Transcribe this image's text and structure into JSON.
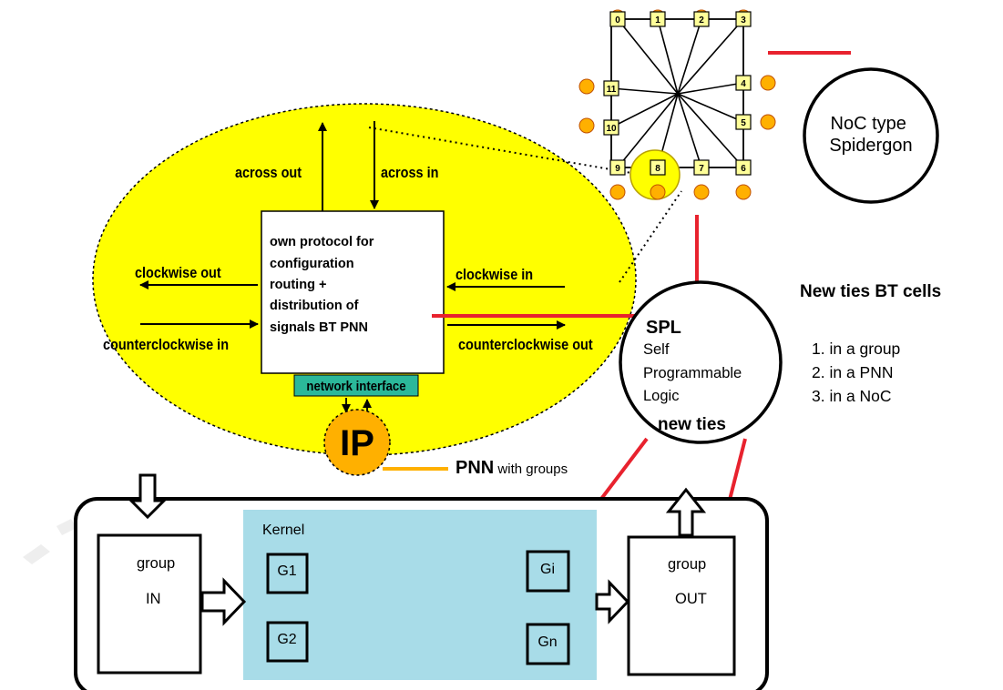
{
  "ellipse": {
    "across_out": "across out",
    "across_in": "across in",
    "clockwise_out": "clockwise out",
    "clockwise_in": "clockwise in",
    "counterclockwise_in": "counterclockwise in",
    "counterclockwise_out": "counterclockwise out",
    "protocol_lines": [
      "own protocol for",
      "configuration",
      "routing +",
      "distribution of",
      "signals BT PNN"
    ],
    "network_interface": "network interface",
    "ip": "IP",
    "fill": "#ffff00"
  },
  "spidergon": {
    "nodes": [
      "0",
      "1",
      "2",
      "3",
      "4",
      "5",
      "6",
      "7",
      "8",
      "9",
      "10",
      "11"
    ],
    "node_fill": "#ffff99",
    "terminal_fill": "#ffb000"
  },
  "noc": {
    "lines": [
      "NoC type",
      "Spidergon"
    ]
  },
  "spl": {
    "title": "SPL",
    "lines": [
      "Self",
      "Programmable",
      "Logic"
    ],
    "new_ties": "new ties"
  },
  "ties_list": {
    "title": "New ties BT cells",
    "items": [
      "1. in a group",
      "2. in a PNN",
      "3. in a NoC"
    ]
  },
  "pnn": {
    "bold": "PNN",
    "rest": " with groups"
  },
  "kernel": {
    "label": "Kernel",
    "fill": "#a8dce8",
    "groups": [
      "G1",
      "G2",
      "Gi",
      "Gn"
    ]
  },
  "group_in": {
    "line1": "group",
    "line2": "IN"
  },
  "group_out": {
    "line1": "group",
    "line2": "OUT"
  },
  "colors": {
    "red_link": "#e8222e",
    "network_interface_fill": "#2bb89a",
    "ip_link": "#ffb000"
  }
}
